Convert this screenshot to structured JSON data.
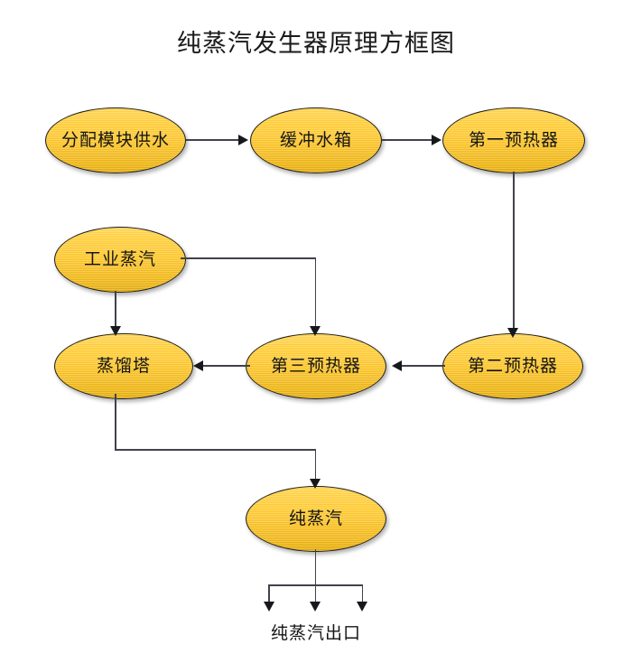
{
  "diagram": {
    "title": "纯蒸汽发生器原理方框图",
    "type": "flowchart",
    "background_color": "#ffffff",
    "node_fill_top_color": "#ffd24a",
    "node_fill_bottom_color": "#e0a500",
    "node_border_color": "#1b1b1b",
    "edge_color": "#40424a",
    "arrow_color": "#17181c",
    "nodes": [
      {
        "id": "water_supply",
        "label": "分配模块供水",
        "shape": "ellipse",
        "row": 1,
        "column": 1
      },
      {
        "id": "buffer_tank",
        "label": "缓冲水箱",
        "shape": "ellipse",
        "row": 1,
        "column": 2
      },
      {
        "id": "preheater_1",
        "label": "第一预热器",
        "shape": "ellipse",
        "row": 1,
        "column": 3
      },
      {
        "id": "industrial_steam",
        "label": "工业蒸汽",
        "shape": "ellipse",
        "row": 2,
        "column": 1
      },
      {
        "id": "distill_column",
        "label": "蒸馏塔",
        "shape": "ellipse",
        "row": 3,
        "column": 1
      },
      {
        "id": "preheater_3",
        "label": "第三预热器",
        "shape": "ellipse",
        "row": 3,
        "column": 2
      },
      {
        "id": "preheater_2",
        "label": "第二预热器",
        "shape": "ellipse",
        "row": 3,
        "column": 3
      },
      {
        "id": "pure_steam",
        "label": "纯蒸汽",
        "shape": "ellipse",
        "row": 4,
        "column": 2
      }
    ],
    "edges": [
      {
        "from": "water_supply",
        "to": "buffer_tank",
        "direction": "right"
      },
      {
        "from": "buffer_tank",
        "to": "preheater_1",
        "direction": "right"
      },
      {
        "from": "preheater_1",
        "to": "preheater_2",
        "direction": "down"
      },
      {
        "from": "preheater_2",
        "to": "preheater_3",
        "direction": "left"
      },
      {
        "from": "preheater_3",
        "to": "distill_column",
        "direction": "left"
      },
      {
        "from": "industrial_steam",
        "to": "distill_column",
        "direction": "down"
      },
      {
        "from": "industrial_steam",
        "to": "preheater_3",
        "direction": "right-down"
      },
      {
        "from": "distill_column",
        "to": "pure_steam",
        "direction": "down-right-down"
      },
      {
        "from": "pure_steam",
        "to": "steam_outlet",
        "direction": "down-split-3"
      }
    ],
    "outlet": {
      "label": "纯蒸汽出口",
      "branch_count": 3
    }
  }
}
